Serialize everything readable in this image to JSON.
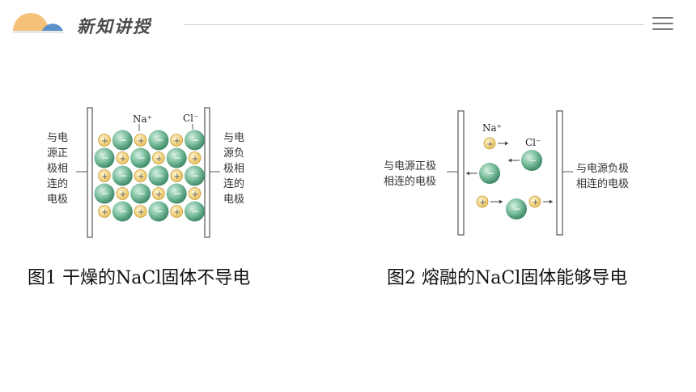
{
  "header": {
    "title": "新知讲授",
    "menu_icon": "hamburger-menu-icon"
  },
  "figure1": {
    "caption": "图1 干燥的NaCl固体不导电",
    "label_na": "Na⁺",
    "label_cl": "Cl⁻",
    "left_electrode_label": [
      "与电",
      "源正",
      "极相",
      "连的",
      "电极"
    ],
    "right_electrode_label": [
      "与电",
      "源负",
      "极相",
      "连的",
      "电极"
    ]
  },
  "figure2": {
    "caption": "图2 熔融的NaCl固体能够导电",
    "label_na": "Na⁺",
    "label_cl": "Cl⁻",
    "left_electrode_label": [
      "与电源正极",
      "相连的电极"
    ],
    "right_electrode_label": [
      "与电源负极",
      "相连的电极"
    ]
  },
  "colors": {
    "na_ion": "#f3d57a",
    "cl_ion": "#5fae8c",
    "logo_orange": "#f5c27a",
    "logo_blue": "#5a8fc9"
  }
}
